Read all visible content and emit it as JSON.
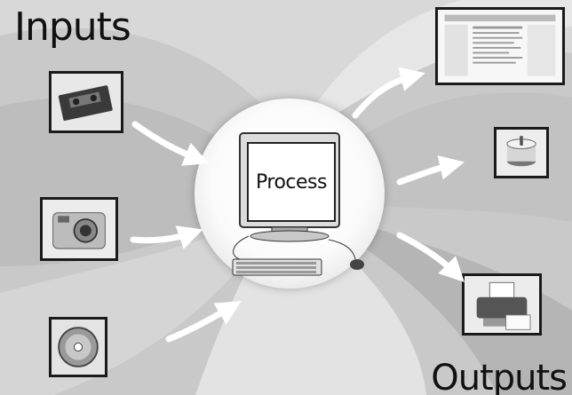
{
  "diagram": {
    "inputs_label": "Inputs",
    "outputs_label": "Outputs",
    "process_label": "Process",
    "inputs": [
      {
        "name": "vhs-tape"
      },
      {
        "name": "digital-camera"
      },
      {
        "name": "cd-disc"
      }
    ],
    "outputs": [
      {
        "name": "web-page"
      },
      {
        "name": "cd-spindle"
      },
      {
        "name": "printer"
      }
    ]
  }
}
